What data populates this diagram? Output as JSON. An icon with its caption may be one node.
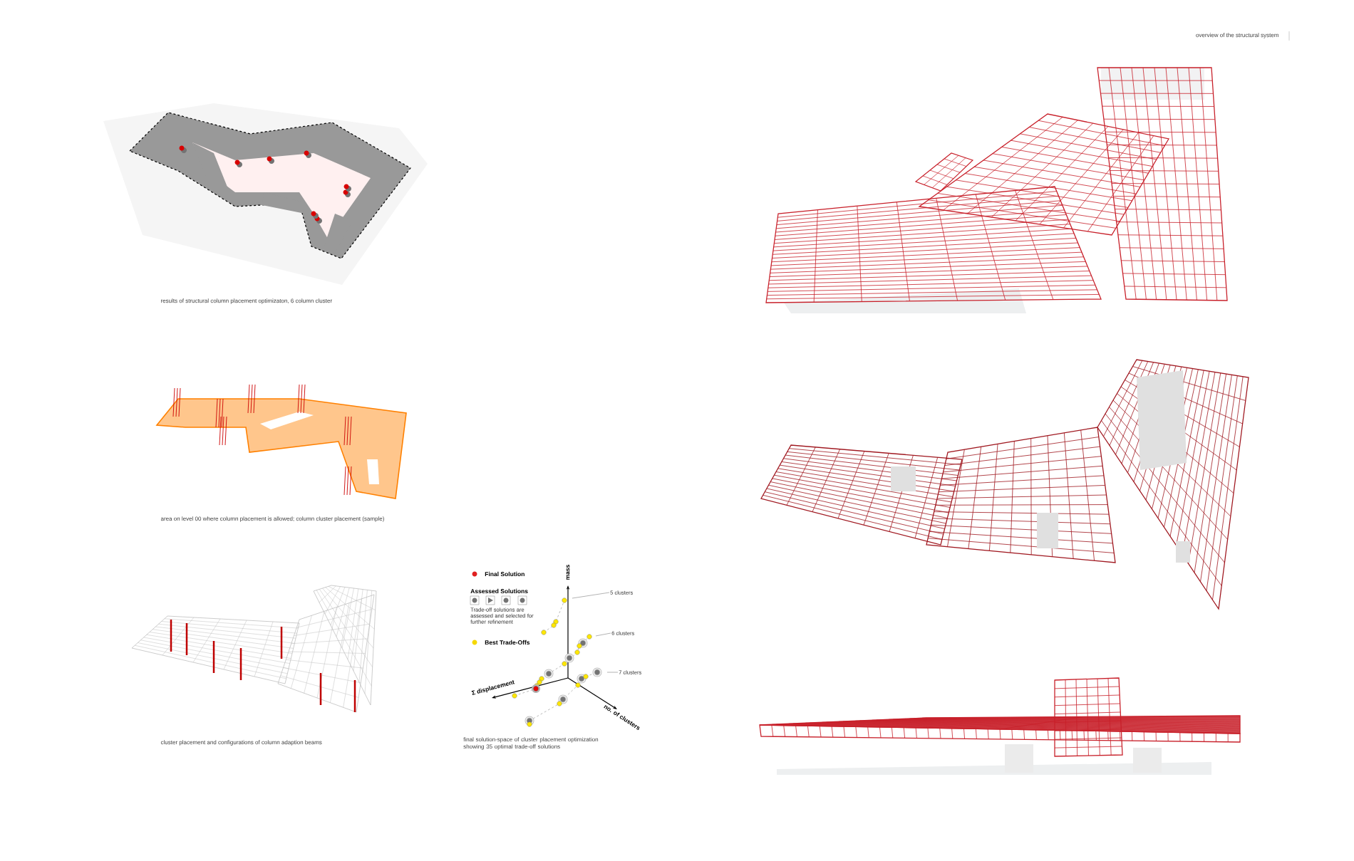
{
  "diagram": {
    "title": "overview of the structural system",
    "nodes": [
      {
        "text": [
          "5 clusters"
        ]
      },
      {
        "text": [
          "6 clusters"
        ]
      },
      {
        "text": [
          "7 clusters"
        ]
      }
    ],
    "edges": [
      {
        "from": 0,
        "to": null,
        "arrow": "none"
      },
      {
        "from": 1,
        "to": null,
        "arrow": "none"
      },
      {
        "from": 2,
        "to": null,
        "arrow": "none"
      }
    ],
    "labels": [
      "results of structural column placement optimizaton, 6 column cluster",
      "area on level 00 where column placement is allowed; column cluster placement  (sample)",
      "cluster placement and configurations of column adaption beams",
      "Trade-off solutions are assessed and selected for further refinement",
      "mass",
      "Σ displacement",
      "no. of clusters",
      "final solution-space of cluster placement optimization showing 35 optimal trade-off solutions"
    ],
    "legend": [
      {
        "text": "Final Solution",
        "color": "#e02020"
      },
      {
        "text": "Assessed Solutions"
      },
      {
        "text": "Best Trade-Offs",
        "color": "#f5d800"
      }
    ]
  }
}
